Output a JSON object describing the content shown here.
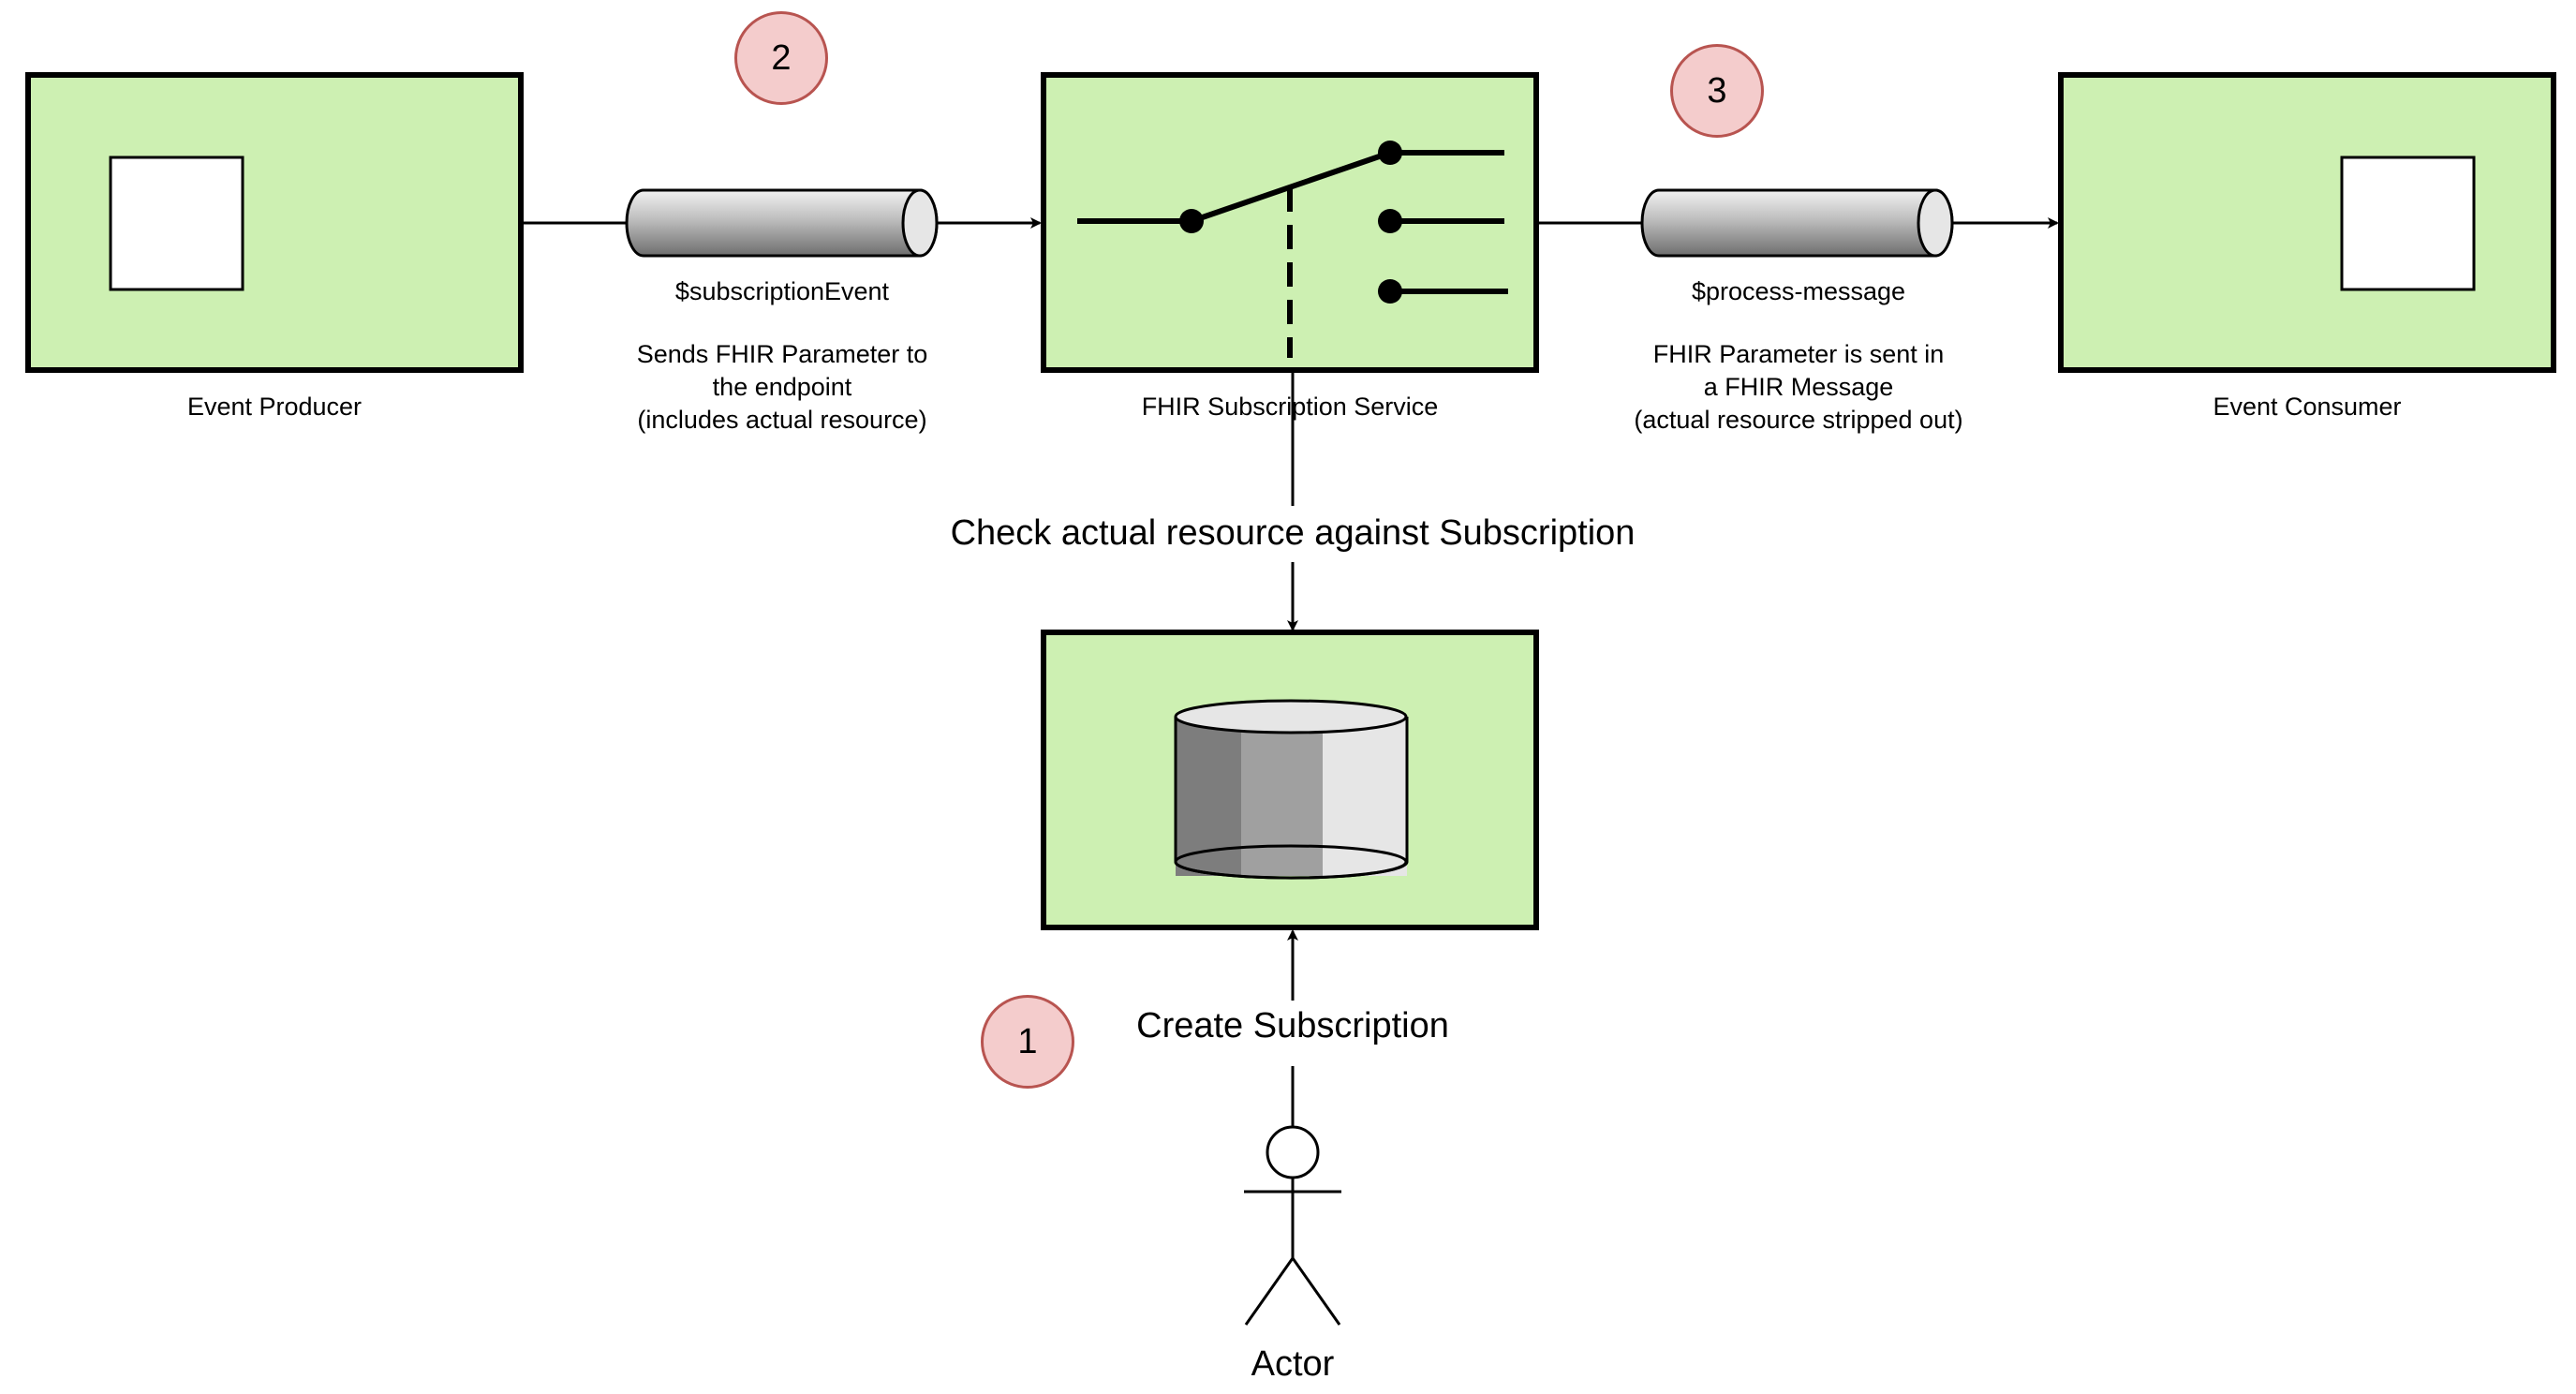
{
  "nodes": {
    "producer": {
      "label": "Event Producer"
    },
    "service": {
      "label": "FHIR Subscription Service"
    },
    "consumer": {
      "label": "Event Consumer"
    },
    "store": {
      "label": ""
    },
    "actor": {
      "label": "Actor"
    }
  },
  "edges": {
    "producer_to_service": {
      "operation": "$subscriptionEvent",
      "description": [
        "Sends FHIR Parameter to",
        "the endpoint",
        "(includes actual resource)"
      ]
    },
    "service_to_consumer": {
      "operation": "$process-message",
      "description": [
        "FHIR Parameter is sent in",
        "a FHIR Message",
        "(actual resource stripped out)"
      ]
    },
    "service_to_store": {
      "label": "Check actual resource against Subscription"
    },
    "actor_to_store": {
      "label": "Create Subscription"
    }
  },
  "steps": [
    {
      "number": "1"
    },
    {
      "number": "2"
    },
    {
      "number": "3"
    }
  ],
  "colors": {
    "node_fill": "#cdf0b2",
    "node_border": "#000000",
    "badge_fill": "#f4cccc",
    "badge_border": "#b85450"
  }
}
